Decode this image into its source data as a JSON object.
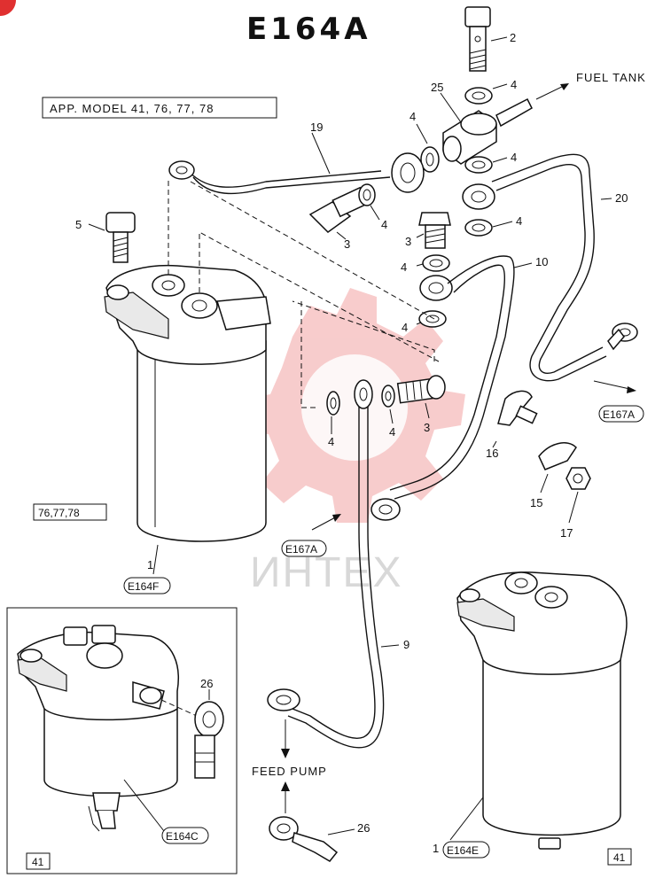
{
  "title": "E164A",
  "app_model_label": "APP. MODEL 41, 76, 77, 78",
  "models_label_76_77_78": "76,77,78",
  "model_41_box_label": "41",
  "model_41_right_label": "41",
  "fuel_tank_label": "FUEL TANK",
  "feed_pump_label": "FEED PUMP",
  "watermark_text": "ИНТЕХ",
  "watermark_color": "#f2a3a3",
  "refs": {
    "e167a_1": "E167A",
    "e167a_2": "E167A",
    "e164f": "E164F",
    "e164c": "E164C",
    "e164e": "E164E"
  },
  "part_numbers": {
    "p2": "2",
    "p25": "25",
    "p4a": "4",
    "p4b": "4",
    "p4c": "4",
    "p4d": "4",
    "p4e": "4",
    "p4f": "4",
    "p4g": "4",
    "p4h": "4",
    "p4i": "4",
    "p19": "19",
    "p20": "20",
    "p5": "5",
    "p3a": "3",
    "p3b": "3",
    "p3c": "3",
    "p10": "10",
    "p16": "16",
    "p15": "15",
    "p17": "17",
    "p9": "9",
    "p26a": "26",
    "p26b": "26",
    "p1a": "1",
    "p1b": "1"
  }
}
